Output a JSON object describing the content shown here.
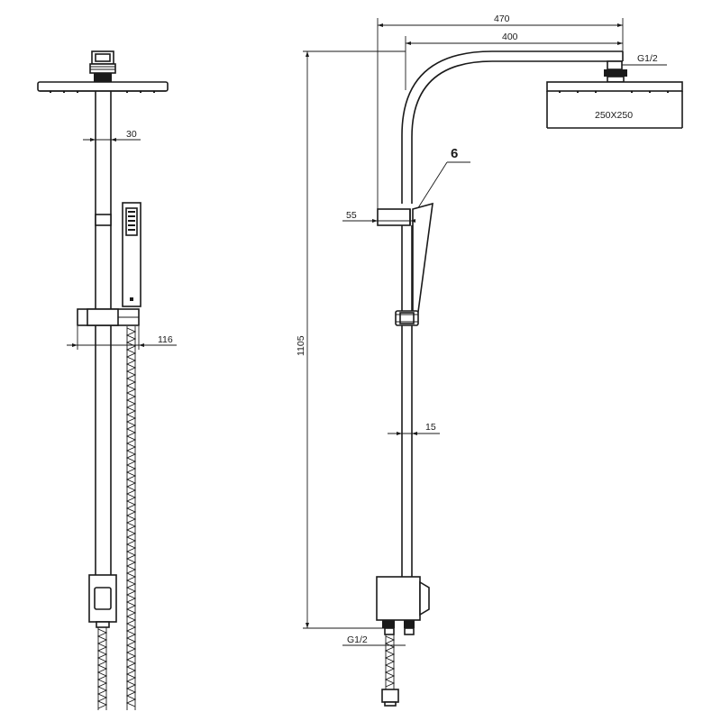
{
  "left_view": {
    "dim_bar_width": "30",
    "dim_depth": "116"
  },
  "right_view": {
    "dim_total_reach": "470",
    "dim_arm_reach": "400",
    "dim_head_thread": "G1/2",
    "head_size": "250X250",
    "callout_number": "6",
    "dim_holder": "55",
    "dim_height": "1105",
    "dim_pipe": "15",
    "dim_inlet_thread": "G1/2"
  }
}
